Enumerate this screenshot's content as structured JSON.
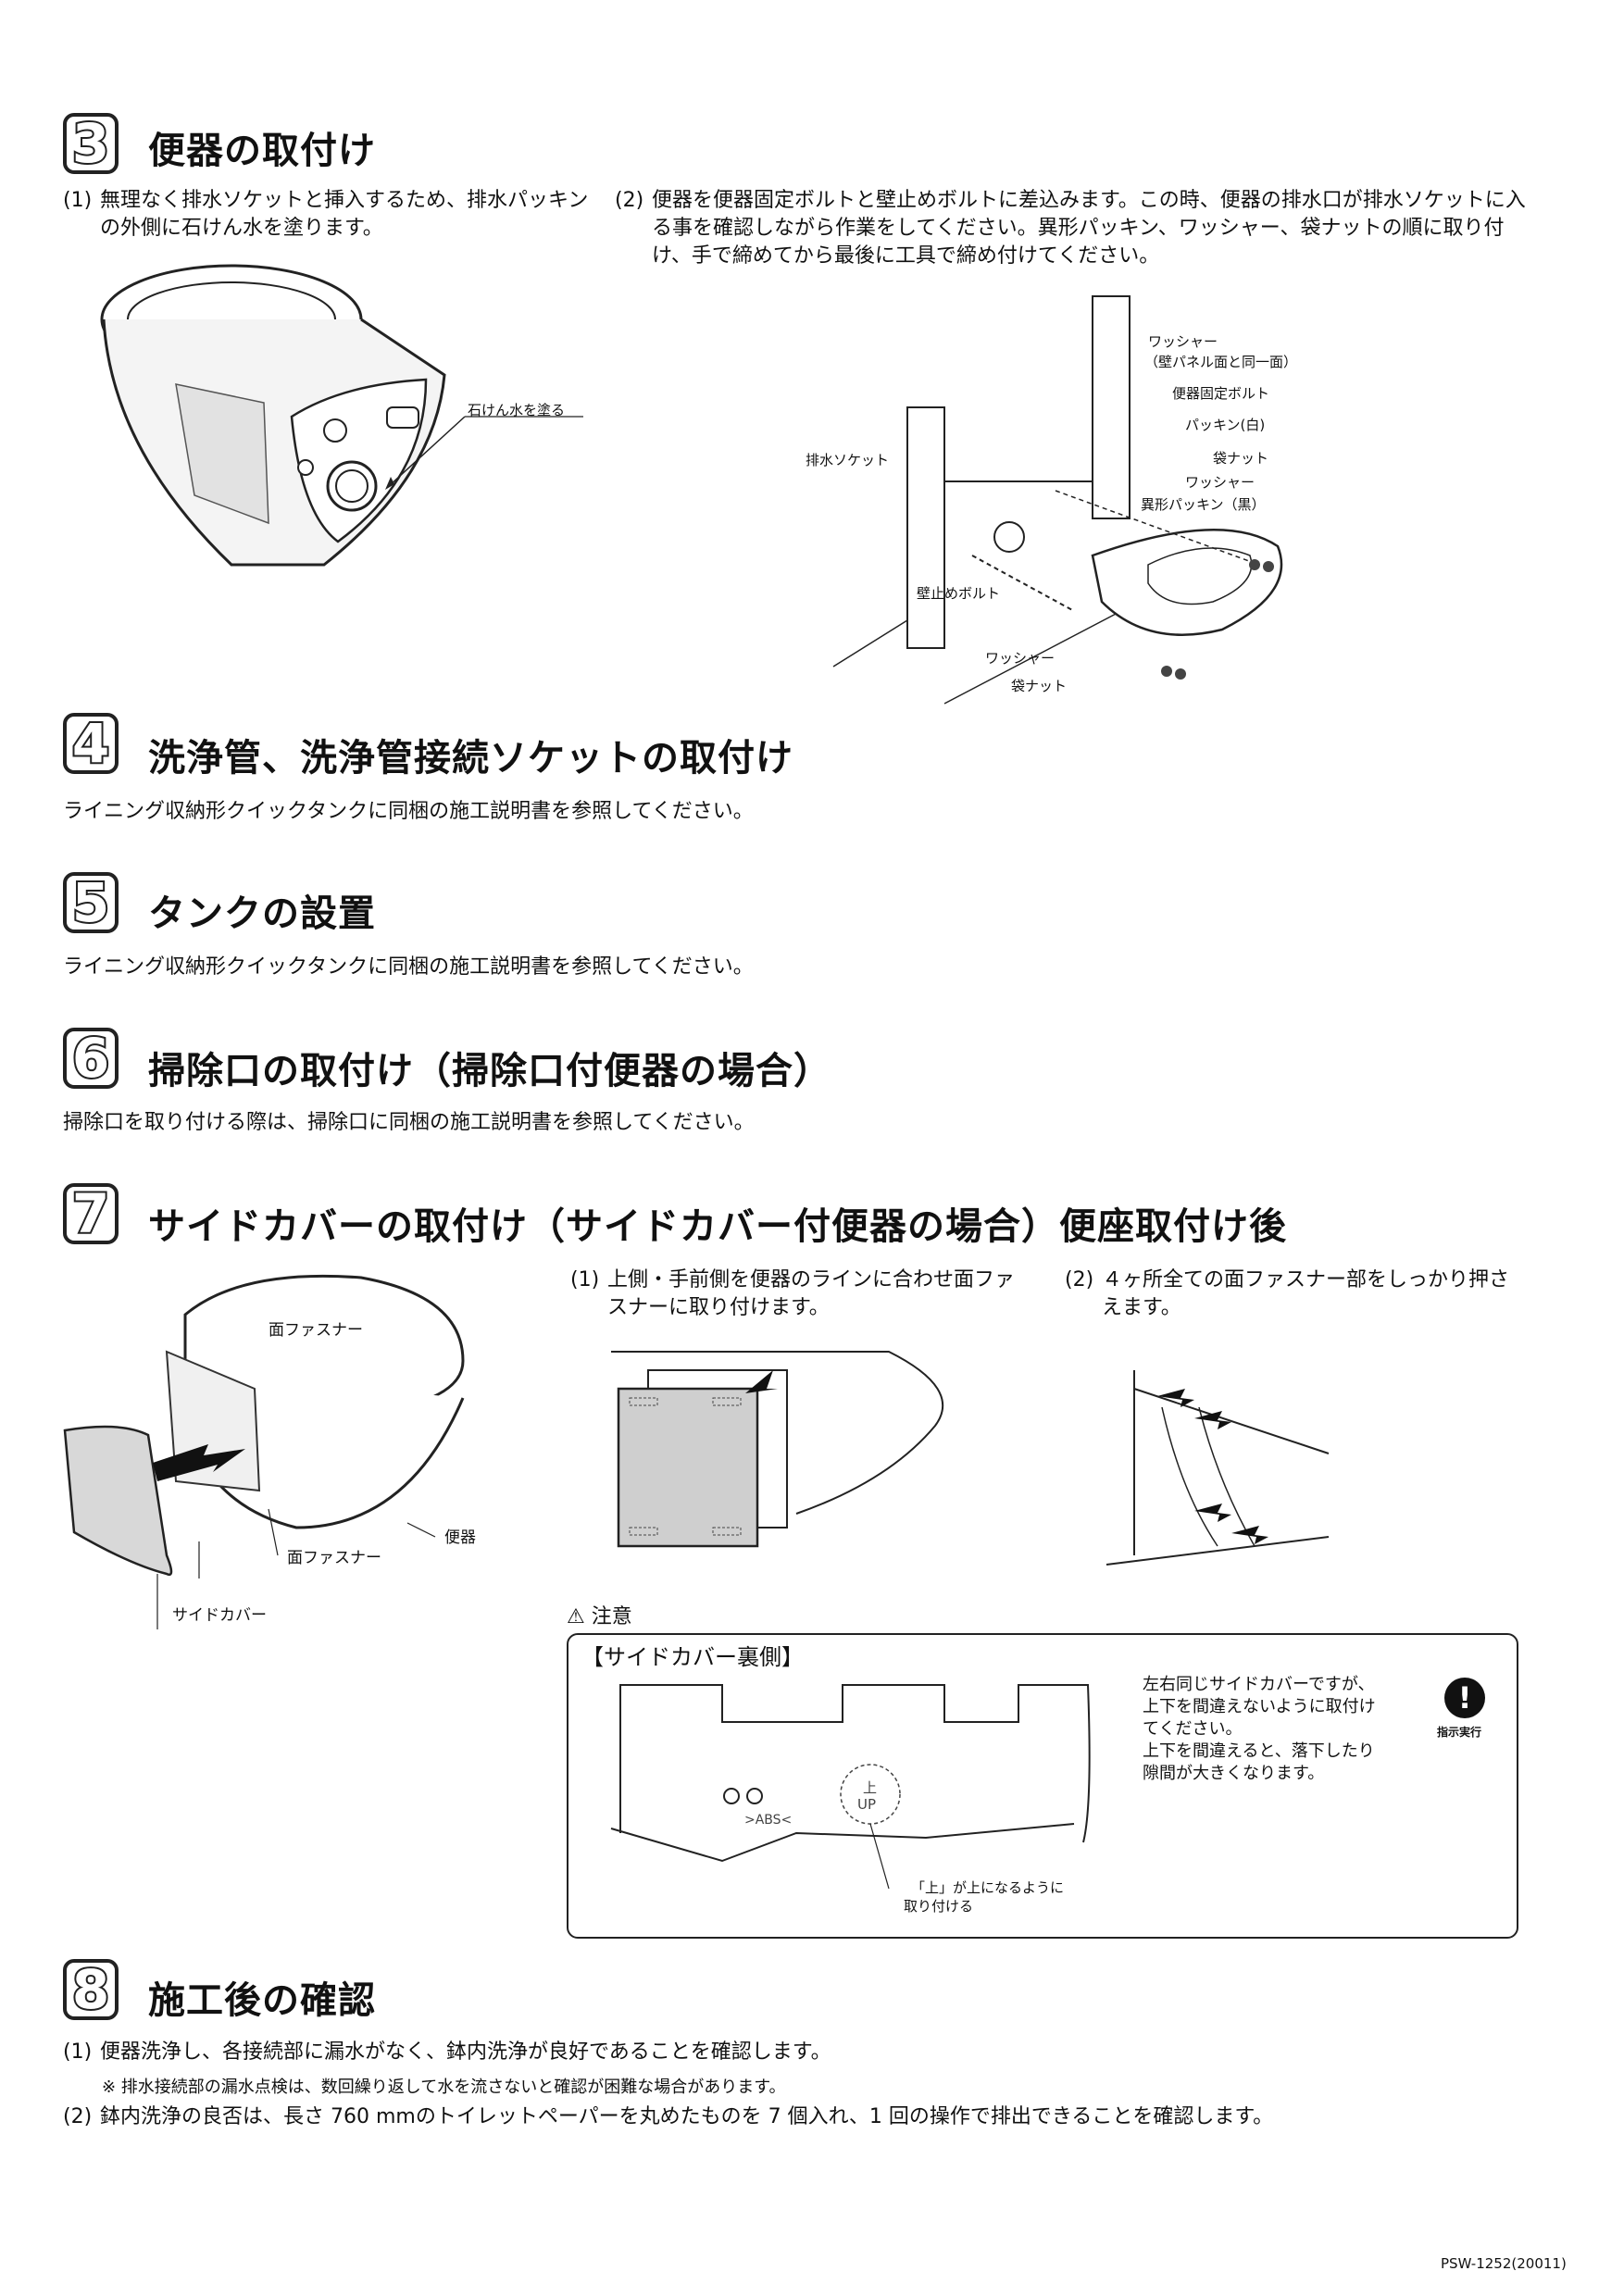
{
  "sections": {
    "s3": {
      "number": "3",
      "title": "便器の取付け",
      "step1_index": "(1)",
      "step1_text": "無理なく排水ソケットと挿入するため、排水パッキンの外側に石けん水を塗ります。",
      "step2_index": "(2)",
      "step2_text": "便器を便器固定ボルトと壁止めボルトに差込みます。この時、便器の排水口が排水ソケットに入る事を確認しながら作業をしてください。異形パッキン、ワッシャー、袋ナットの順に取り付け、手で締めてから最後に工具で締め付けてください。",
      "fig1_label": "石けん水を塗る",
      "fig2_labels": {
        "washer_top": "ワッシャー",
        "washer_top_note": "（壁パネル面と同一面）",
        "fix_bolt": "便器固定ボルト",
        "packing_white": "パッキン(白)",
        "cap_nut": "袋ナット",
        "washer2": "ワッシャー",
        "packing_black": "異形パッキン（黒）",
        "drain_socket": "排水ソケット",
        "wall_bolt": "壁止めボルト",
        "washer3": "ワッシャー",
        "cap_nut2": "袋ナット"
      }
    },
    "s4": {
      "number": "4",
      "title": "洗浄管、洗浄管接続ソケットの取付け",
      "text": "ライニング収納形クイックタンクに同梱の施工説明書を参照してください。"
    },
    "s5": {
      "number": "5",
      "title": "タンクの設置",
      "text": "ライニング収納形クイックタンクに同梱の施工説明書を参照してください。"
    },
    "s6": {
      "number": "6",
      "title": "掃除口の取付け（掃除口付便器の場合）",
      "text": "掃除口を取り付ける際は、掃除口に同梱の施工説明書を参照してください。"
    },
    "s7": {
      "number": "7",
      "title": "サイドカバーの取付け（サイドカバー付便器の場合）便座取付け後",
      "step1_index": "(1)",
      "step1_text": "上側・手前側を便器のラインに合わせ面ファスナーに取り付けます。",
      "step2_index": "(2)",
      "step2_text": "４ヶ所全ての面ファスナー部をしっかり押さえます。",
      "fig_labels": {
        "fastener_top": "面ファスナー",
        "fastener_bottom": "面ファスナー",
        "bowl": "便器",
        "side_cover": "サイドカバー"
      },
      "caution": {
        "heading": "注意",
        "box_title": "【サイドカバー裏側】",
        "abs_mark": ">ABS<",
        "up_jp": "上",
        "up_en": "UP",
        "note_line1": "「上」が上になるように",
        "note_line2": "取り付ける",
        "text_lines": [
          "左右同じサイドカバーですが、",
          "上下を間違えないように取付け",
          "てください。",
          "上下を間違えると、落下したり",
          "隙間が大きくなります。"
        ],
        "icon_label": "指示実行"
      }
    },
    "s8": {
      "number": "8",
      "title": "施工後の確認",
      "step1_index": "(1)",
      "step1_text": "便器洗浄し、各接続部に漏水がなく、鉢内洗浄が良好であることを確認します。",
      "note": "※ 排水接続部の漏水点検は、数回繰り返して水を流さないと確認が困難な場合があります。",
      "step2_index": "(2)",
      "step2_text": "鉢内洗浄の良否は、長さ 760 mmのトイレットペーパーを丸めたものを 7 個入れ、1 回の操作で排出できることを確認します。"
    }
  },
  "footer": {
    "code": "PSW-1252(20011)"
  }
}
